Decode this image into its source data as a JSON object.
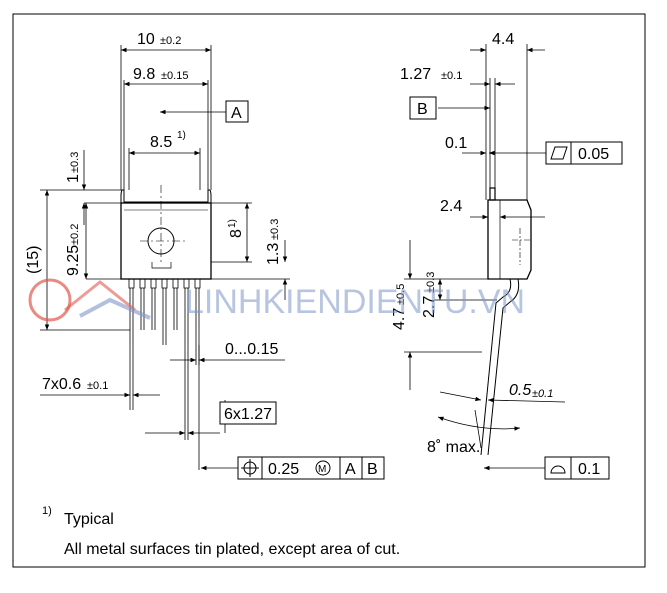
{
  "dims": {
    "d10": "10",
    "d10_tol": "±0.2",
    "d98": "9.8",
    "d98_tol": "±0.15",
    "d85": "8.5",
    "d85_sup": "1)",
    "d1": "1",
    "d1_tol": "±0.3",
    "d925": "9.25",
    "d925_tol": "±0.2",
    "d15": "(15)",
    "d8": "8",
    "d8_sup": "1)",
    "d13": "1.3",
    "d13_tol": "±0.3",
    "d0015": "0...0.15",
    "d7x06": "7x0.6",
    "d7x06_tol": "±0.1",
    "d6x127": "6x1.27",
    "d44": "4.4",
    "d127": "1.27",
    "d127_tol": "±0.1",
    "d01": "0.1",
    "d24": "2.4",
    "d47": "4.7",
    "d47_tol": "±0.5",
    "d27": "2.7",
    "d27_tol": "±0.3",
    "d05": "0.5",
    "d05_tol": "±0.1",
    "d8max": "8˚ max."
  },
  "datums": {
    "a": "A",
    "b": "B"
  },
  "tolerances": {
    "position_value": "0.25",
    "position_mod": "M",
    "position_ref_a": "A",
    "position_ref_b": "B",
    "flatness_value": "0.05",
    "profile_value": "0.1"
  },
  "watermark": "LINHKIENDIENTU.VN",
  "notes": {
    "footnote_mark": "1)",
    "footnote_text": "Typical",
    "general": "All metal surfaces tin plated, except area of cut."
  }
}
